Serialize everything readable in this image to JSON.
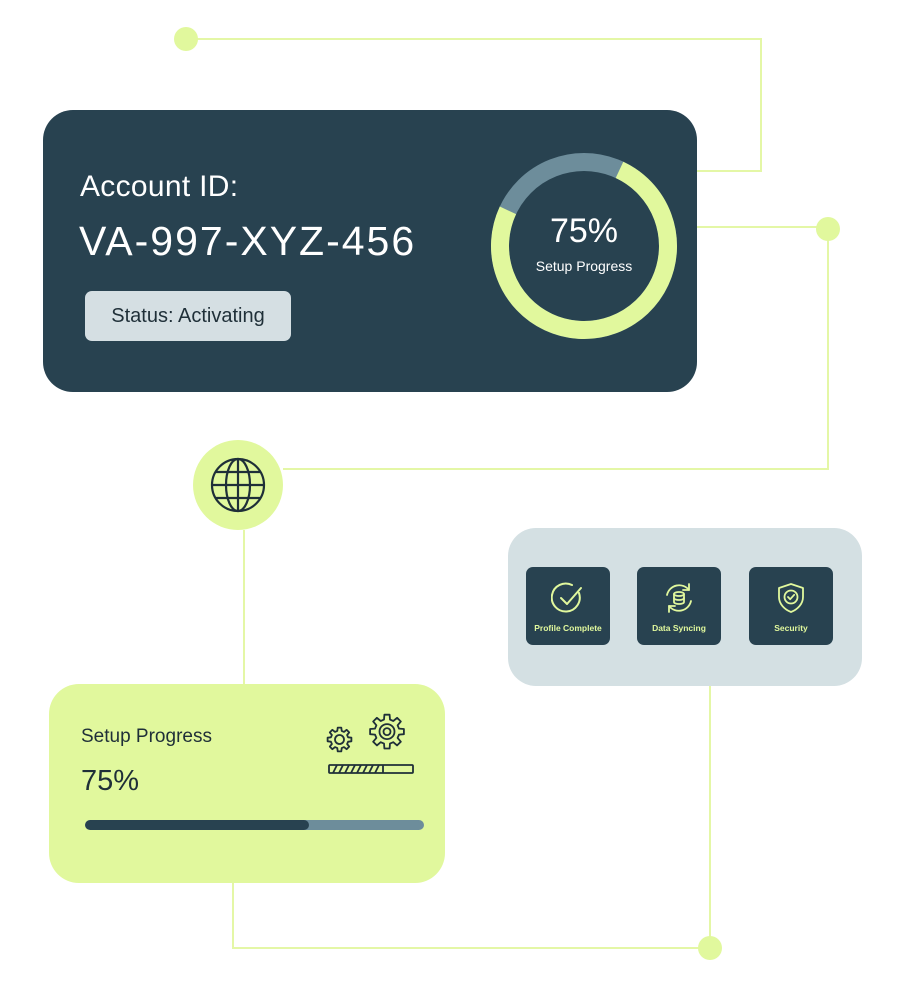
{
  "account": {
    "label": "Account ID:",
    "id": "VA-997-XYZ-456",
    "status": "Status: Activating"
  },
  "ring": {
    "value_text": "75%",
    "value": 0.75,
    "caption": "Setup Progress"
  },
  "tiles": [
    {
      "label": "Profile Complete",
      "icon": "check-circle-icon"
    },
    {
      "label": "Data Syncing",
      "icon": "sync-database-icon"
    },
    {
      "label": "Security",
      "icon": "shield-check-icon"
    }
  ],
  "progress": {
    "title": "Setup Progress",
    "value_text": "75%",
    "fraction": 0.66
  },
  "icons": {
    "globe": "globe-icon",
    "gears": "gears-progress-icon"
  },
  "colors": {
    "navy": "#284250",
    "lime": "#e1f89d",
    "slate": "#6d8d9b",
    "panel": "#d4e0e3",
    "badge": "#d5dfe3"
  }
}
